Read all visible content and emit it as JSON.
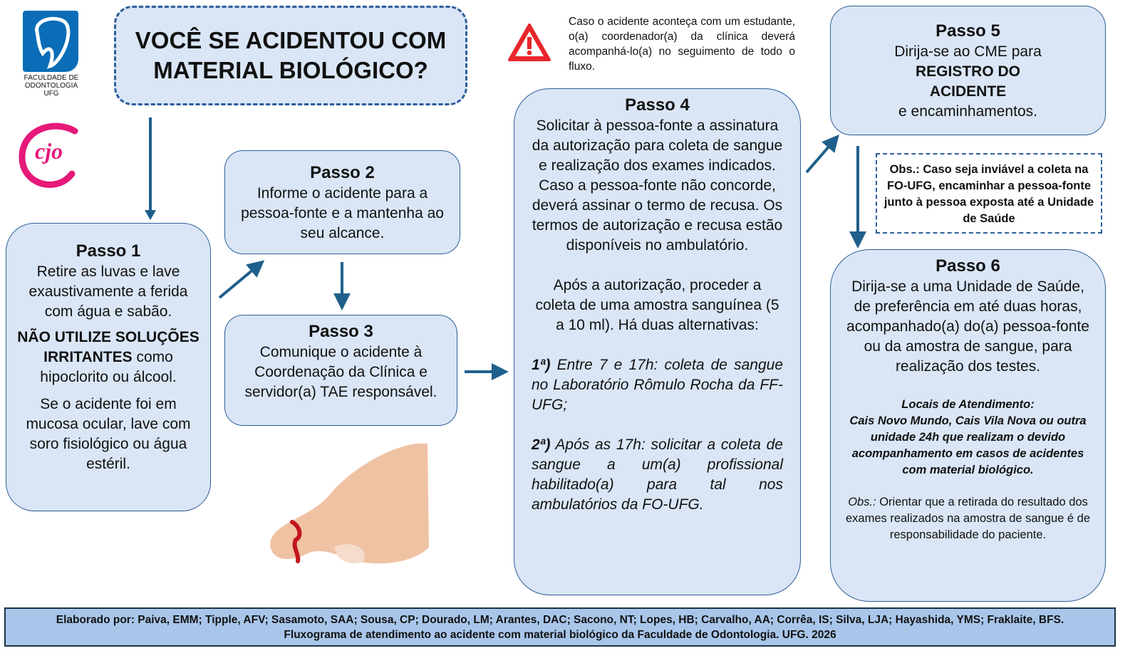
{
  "logos": {
    "fo_text": [
      "FACULDADE DE",
      "ODONTOLOGIA",
      "UFG"
    ],
    "cjo_text": "cjo"
  },
  "title": [
    "VOCÊ SE ACIDENTOU COM",
    "MATERIAL BIOLÓGICO?"
  ],
  "warning": {
    "icon": "warning-triangle-icon",
    "text": "Caso o acidente aconteça com um estudante, o(a) coordenador(a) da clínica deverá acompanhá-lo(a) no seguimento de todo o fluxo."
  },
  "passo1": {
    "title": "Passo 1",
    "text": "Retire as luvas e lave exaustivamente a ferida com água e sabão.",
    "bold": "NÃO UTILIZE SOLUÇÕES IRRITANTES",
    "rest": " como hipoclorito ou álcool.",
    "text2": "Se o acidente foi em mucosa ocular, lave com soro fisiológico ou água estéril."
  },
  "passo2": {
    "title": "Passo 2",
    "text": "Informe o acidente para a pessoa-fonte e a mantenha ao seu alcance."
  },
  "passo3": {
    "title": "Passo 3",
    "text": "Comunique o acidente à Coordenação da Clínica e servidor(a) TAE responsável."
  },
  "passo4": {
    "title": "Passo 4",
    "text": "Solicitar à pessoa-fonte a assinatura da autorização para coleta de sangue e realização dos exames indicados. Caso a pessoa-fonte não concorde, deverá assinar o termo de recusa. Os termos de autorização e recusa estão disponíveis no ambulatório.",
    "text2": "Após a autorização, proceder a coleta de uma amostra sanguínea (5 a 10 ml). Há duas alternativas:",
    "alt1_label": "1ª)",
    "alt1": " Entre 7 e 17h: coleta de sangue no Laboratório Rômulo Rocha da FF-UFG;",
    "alt2_label": "2ª)",
    "alt2": " Após as 17h: solicitar a coleta de sangue a um(a) profissional habilitado(a) para tal nos ambulatórios da FO-UFG."
  },
  "passo5": {
    "title": "Passo 5",
    "line1": "Dirija-se ao CME para",
    "bold": "REGISTRO DO ACIDENTE",
    "line2": "e encaminhamentos."
  },
  "obs": "Obs.: Caso seja inviável a coleta na FO-UFG, encaminhar a pessoa-fonte junto à pessoa exposta até a Unidade de Saúde",
  "passo6": {
    "title": "Passo 6",
    "text": "Dirija-se a uma Unidade de Saúde, de preferência em até duas horas, acompanhado(a) do(a) pessoa-fonte ou da amostra de sangue, para realização dos testes.",
    "locais_title": "Locais de Atendimento:",
    "locais": "Cais Novo Mundo, Cais Vila Nova ou outra unidade 24h que realizam o devido acompanhamento em casos de acidentes com material biológico.",
    "obs_label": "Obs.:",
    "obs": " Orientar que a retirada do resultado dos exames realizados na amostra de sangue é de responsabilidade do paciente."
  },
  "footer": "Elaborado por: Paiva, EMM; Tipple, AFV; Sasamoto, SAA; Sousa, CP; Dourado, LM; Arantes, DAC; Sacono, NT; Lopes, HB; Carvalho, AA; Corrêa, IS; Silva, LJA; Hayashida, YMS; Fraklaite, BFS. Fluxograma de atendimento ao acidente com material biológico da Faculdade de Odontologia. UFG. 2026",
  "colors": {
    "box": "#dae6f6",
    "border": "#2e5e9a",
    "arrow": "#1f5f8b",
    "footer": "#a9c6ea"
  }
}
